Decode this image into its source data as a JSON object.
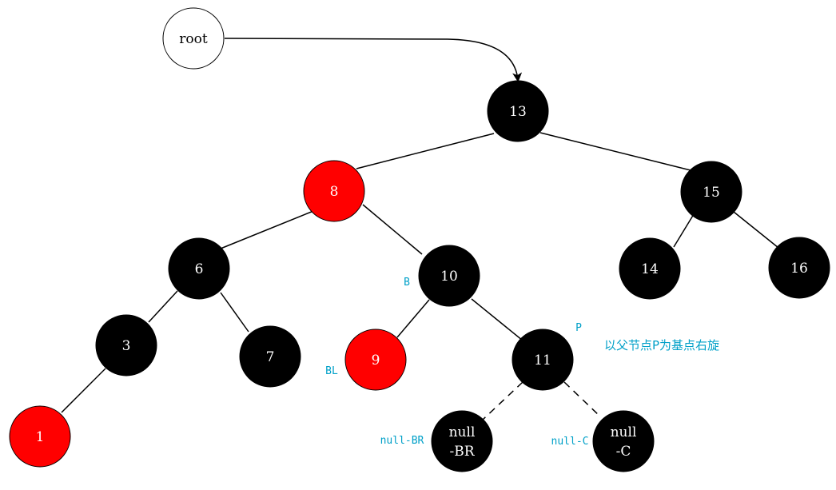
{
  "colors": {
    "black_node": "#000000",
    "red_node": "#ff0000",
    "root_fill": "#ffffff",
    "node_text": "#ffffff",
    "root_text": "#000000",
    "annotation": "#00a0c8",
    "edge": "#000000"
  },
  "root_label": "root",
  "nodes": {
    "n13": {
      "label": "13",
      "color": "black"
    },
    "n8": {
      "label": "8",
      "color": "red"
    },
    "n15": {
      "label": "15",
      "color": "black"
    },
    "n6": {
      "label": "6",
      "color": "black"
    },
    "n10": {
      "label": "10",
      "color": "black"
    },
    "n14": {
      "label": "14",
      "color": "black"
    },
    "n16": {
      "label": "16",
      "color": "black"
    },
    "n3": {
      "label": "3",
      "color": "black"
    },
    "n7": {
      "label": "7",
      "color": "black"
    },
    "n9": {
      "label": "9",
      "color": "red"
    },
    "n11": {
      "label": "11",
      "color": "black"
    },
    "n1": {
      "label": "1",
      "color": "red"
    },
    "nullBR": {
      "label_line1": "null",
      "label_line2": "-BR",
      "color": "black"
    },
    "nullC": {
      "label_line1": "null",
      "label_line2": "-C",
      "color": "black"
    }
  },
  "annotations": {
    "b": "B",
    "bl": "BL",
    "p": "P",
    "null_br": "null-BR",
    "null_c": "null-C"
  },
  "note": "以父节点P为基点右旋"
}
